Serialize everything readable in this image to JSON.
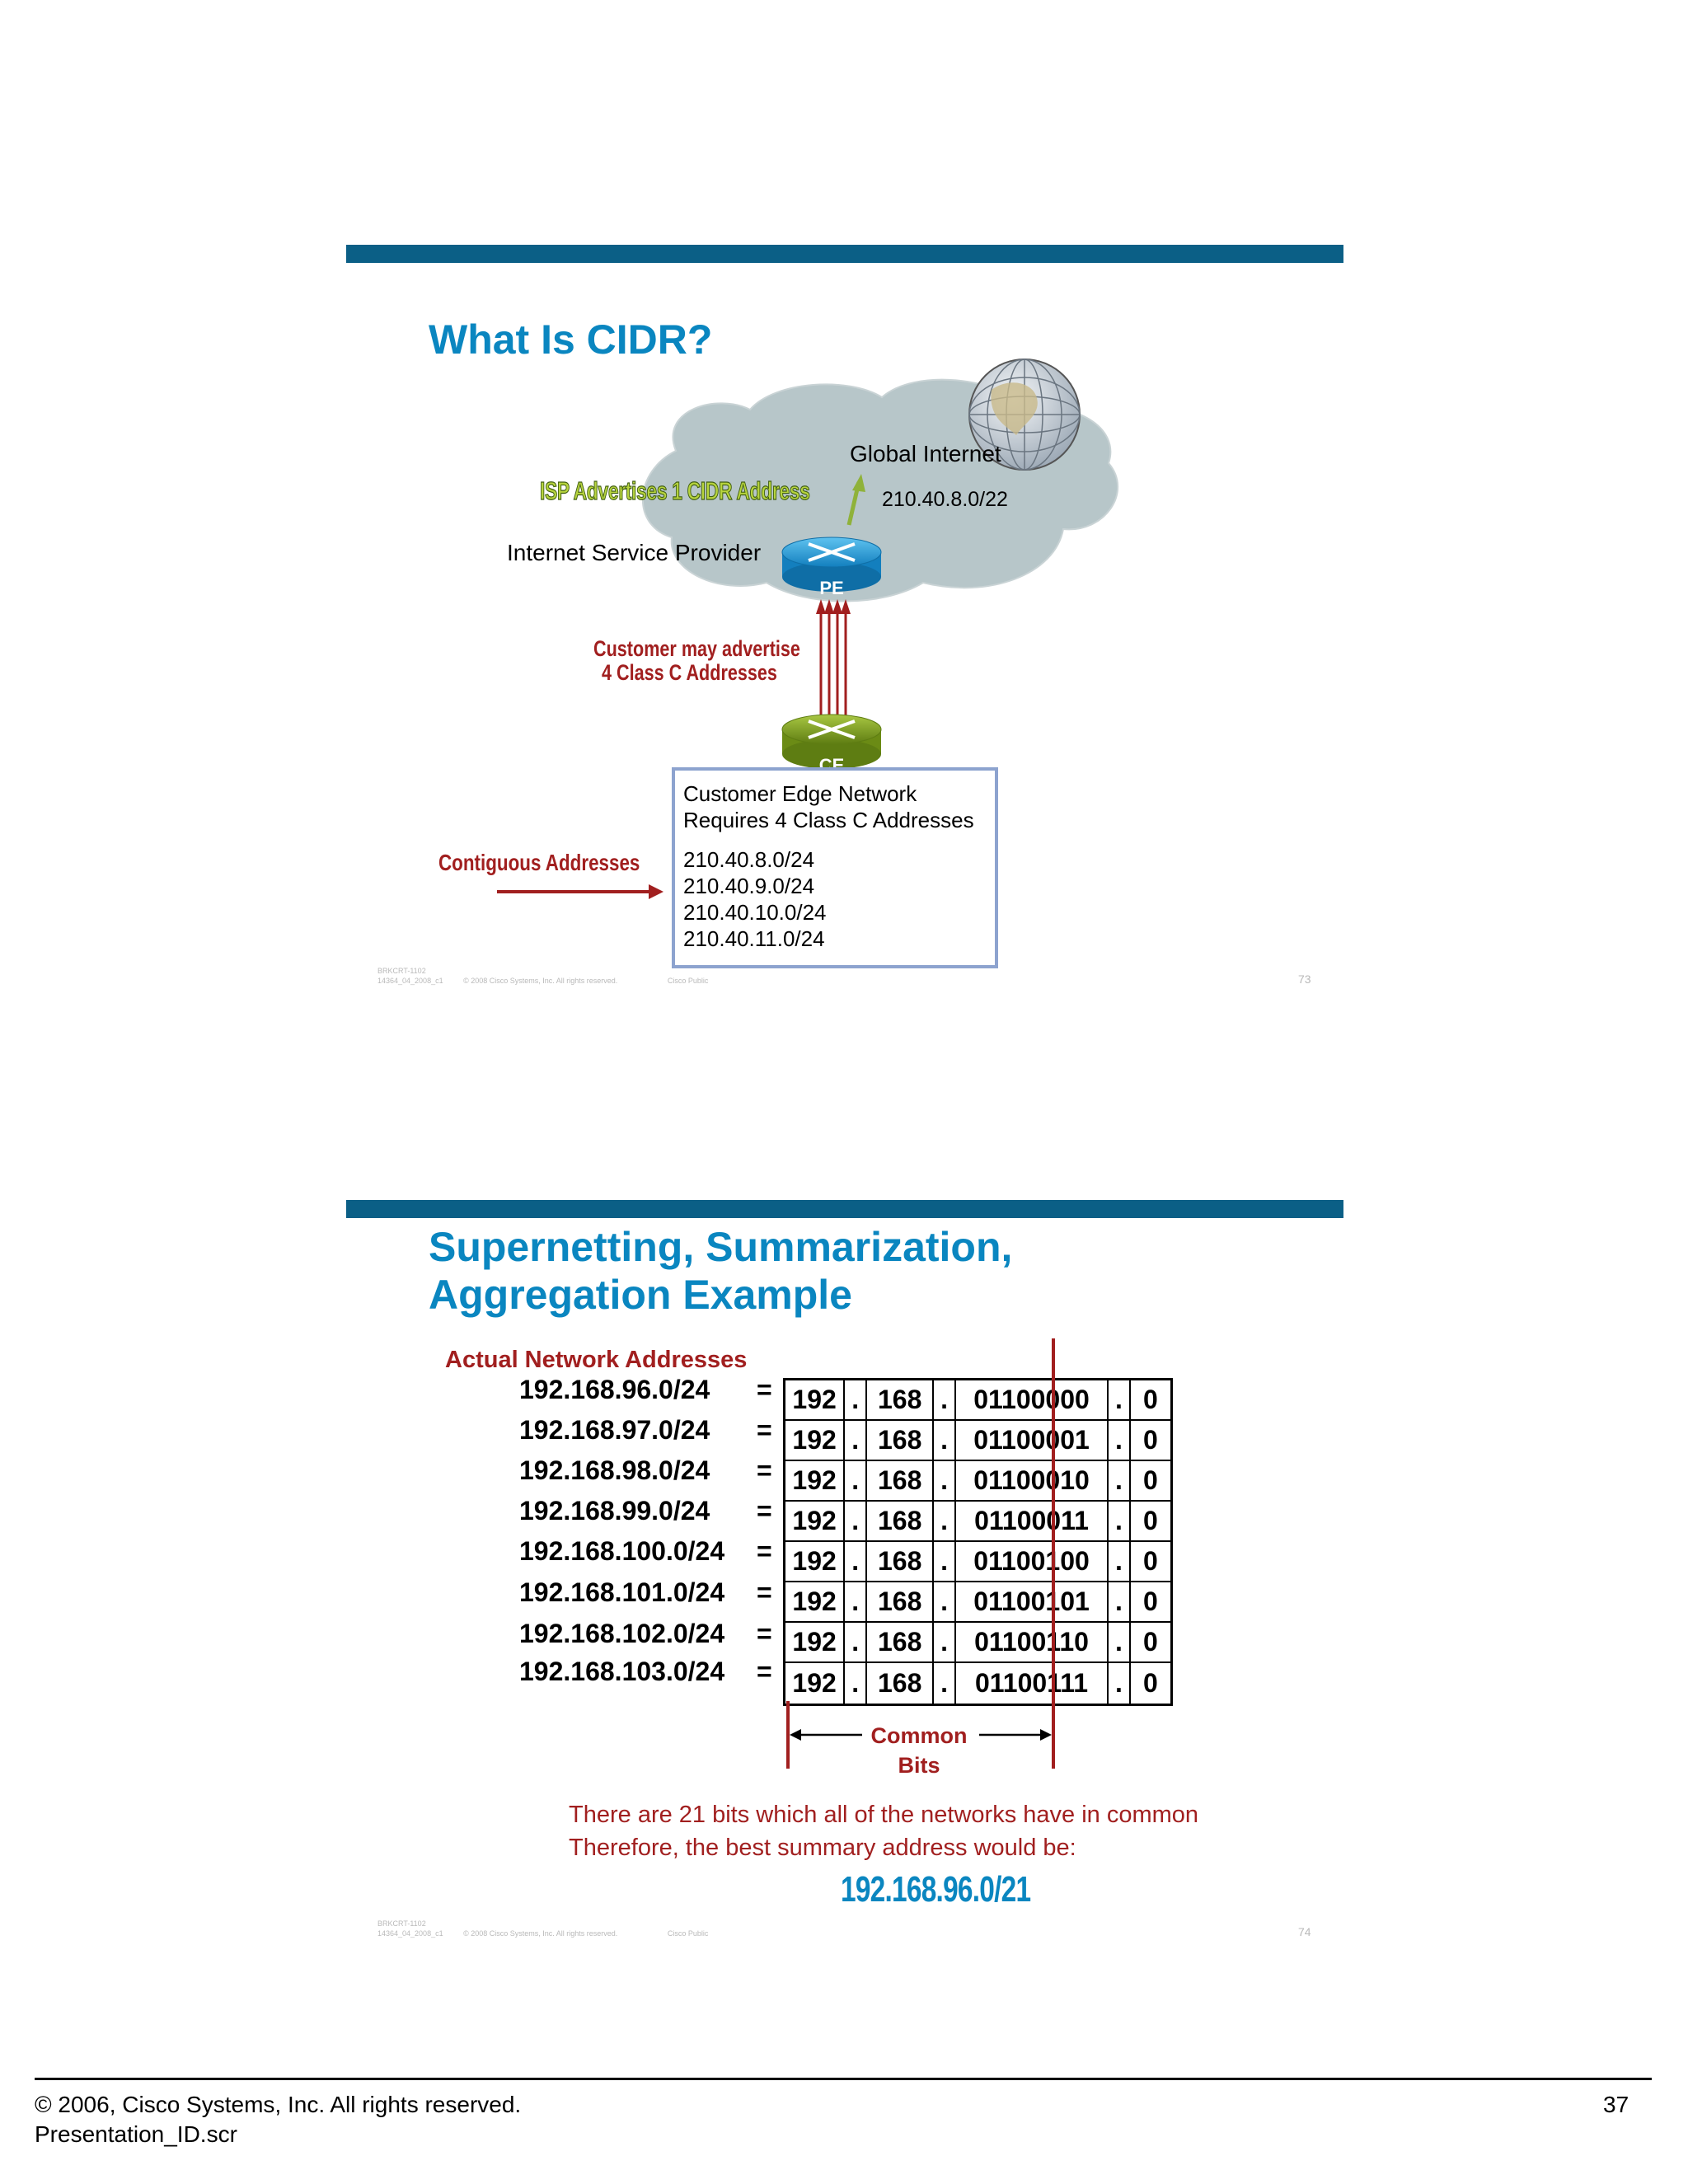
{
  "slide1": {
    "title": "What Is CIDR?",
    "global_internet": "Global Internet",
    "isp_advertises": "ISP Advertises 1 CIDR Address",
    "cidr_prefix": "210.40.8.0/22",
    "isp_label": "Internet Service Provider",
    "pe_label": "PE",
    "customer_advertise_line1": "Customer may advertise",
    "customer_advertise_line2": "4 Class C Addresses",
    "ce_label": "CE",
    "customer_box": {
      "line1": "Customer Edge Network",
      "line2": "Requires 4 Class C Addresses",
      "addresses": [
        "210.40.8.0/24",
        "210.40.9.0/24",
        "210.40.10.0/24",
        "210.40.11.0/24"
      ]
    },
    "contiguous": "Contiguous Addresses",
    "footer": {
      "code1": "BRKCRT-1102",
      "code2": "14364_04_2008_c1",
      "copyright": "© 2008 Cisco Systems, Inc. All rights reserved.",
      "classification": "Cisco Public",
      "number": "73"
    }
  },
  "slide2": {
    "title_line1": "Supernetting, Summarization,",
    "title_line2": "Aggregation Example",
    "heading": "Actual Network Addresses",
    "rows": [
      {
        "label": "192.168.96.0/24",
        "eq": "=",
        "o1": "192",
        "d1": ".",
        "o2": "168",
        "d2": ".",
        "o3": "01100000",
        "d3": ".",
        "o4": "0"
      },
      {
        "label": "192.168.97.0/24",
        "eq": "=",
        "o1": "192",
        "d1": ".",
        "o2": "168",
        "d2": ".",
        "o3": "01100001",
        "d3": ".",
        "o4": "0"
      },
      {
        "label": "192.168.98.0/24",
        "eq": "=",
        "o1": "192",
        "d1": ".",
        "o2": "168",
        "d2": ".",
        "o3": "01100010",
        "d3": ".",
        "o4": "0"
      },
      {
        "label": "192.168.99.0/24",
        "eq": "=",
        "o1": "192",
        "d1": ".",
        "o2": "168",
        "d2": ".",
        "o3": "01100011",
        "d3": ".",
        "o4": "0"
      },
      {
        "label": "192.168.100.0/24",
        "eq": "=",
        "o1": "192",
        "d1": ".",
        "o2": "168",
        "d2": ".",
        "o3": "01100100",
        "d3": ".",
        "o4": "0"
      },
      {
        "label": "192.168.101.0/24",
        "eq": "=",
        "o1": "192",
        "d1": ".",
        "o2": "168",
        "d2": ".",
        "o3": "01100101",
        "d3": ".",
        "o4": "0"
      },
      {
        "label": "192.168.102.0/24",
        "eq": "=",
        "o1": "192",
        "d1": ".",
        "o2": "168",
        "d2": ".",
        "o3": "01100110",
        "d3": ".",
        "o4": "0"
      },
      {
        "label": "192.168.103.0/24",
        "eq": "=",
        "o1": "192",
        "d1": ".",
        "o2": "168",
        "d2": ".",
        "o3": "01100111",
        "d3": ".",
        "o4": "0"
      }
    ],
    "common_line1": "Common",
    "common_line2": "Bits",
    "explain_line1": "There are 21 bits which all of the networks have in common",
    "explain_line2": "Therefore, the best summary address would be:",
    "summary": "192.168.96.0/21",
    "footer": {
      "code1": "BRKCRT-1102",
      "code2": "14364_04_2008_c1",
      "copyright": "© 2008 Cisco Systems, Inc. All rights reserved.",
      "classification": "Cisco Public",
      "number": "74"
    }
  },
  "page_footer": {
    "copyright": "© 2006, Cisco Systems, Inc. All rights reserved.",
    "file": "Presentation_ID.scr",
    "page_number": "37"
  },
  "colors": {
    "slide_bar": "#0b5f86",
    "title_blue": "#0a86c0",
    "accent_red": "#a11f1f",
    "pe_router": "#1f9ad8",
    "ce_router": "#7a9a1f",
    "cloud": "#b7c6c9"
  },
  "icons": [
    "globe-icon",
    "cloud-icon",
    "router-icon",
    "arrow-icon"
  ]
}
